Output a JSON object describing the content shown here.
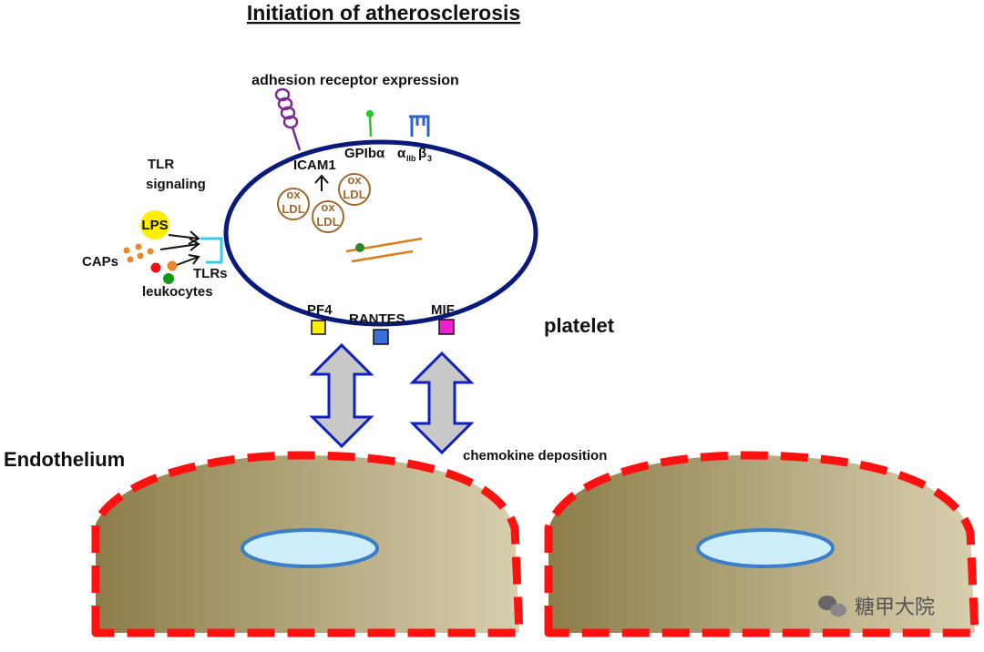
{
  "title": "Initiation of atherosclerosis",
  "labels": {
    "adhesion": "adhesion receptor expression",
    "tlr_signaling_1": "TLR",
    "tlr_signaling_2": "signaling",
    "lps": "LPS",
    "caps": "CAPs",
    "tlrs": "TLRs",
    "leukocytes": "leukocytes",
    "icam1": "ICAM1",
    "gpib": "GPIbα",
    "alpha": "α",
    "alpha_sub": "IIb",
    "beta": "β",
    "beta_sub": "3",
    "ox": "ox",
    "ldl": "LDL",
    "pf4": "PF4",
    "rantes": "RANTES",
    "mif": "MIF",
    "platelet": "platelet",
    "endothelium": "Endothelium",
    "chemokine": "chemokine deposition"
  },
  "watermark": "糖甲大院",
  "colors": {
    "platelet_border": "#0a1a7a",
    "icam_purple": "#7b2c8e",
    "gp_green": "#22cc22",
    "integrin_blue": "#2a5fd8",
    "tlr_cyan": "#33ccee",
    "lps_yellow": "#ffee00",
    "caps_orange": "#e8882a",
    "ldl_brown": "#a0692b",
    "pf4_yellow": "#ffee00",
    "rantes_blue": "#3a6fd8",
    "mif_magenta": "#ee22cc",
    "arrow_fill": "#c8c8c8",
    "arrow_border": "#1020c0",
    "cell_dark": "#8c7d4a",
    "cell_light": "#d8cfae",
    "cell_border": "#ff1111",
    "nucleus_fill": "#cdeefa",
    "nucleus_border": "#3a7fc8"
  }
}
